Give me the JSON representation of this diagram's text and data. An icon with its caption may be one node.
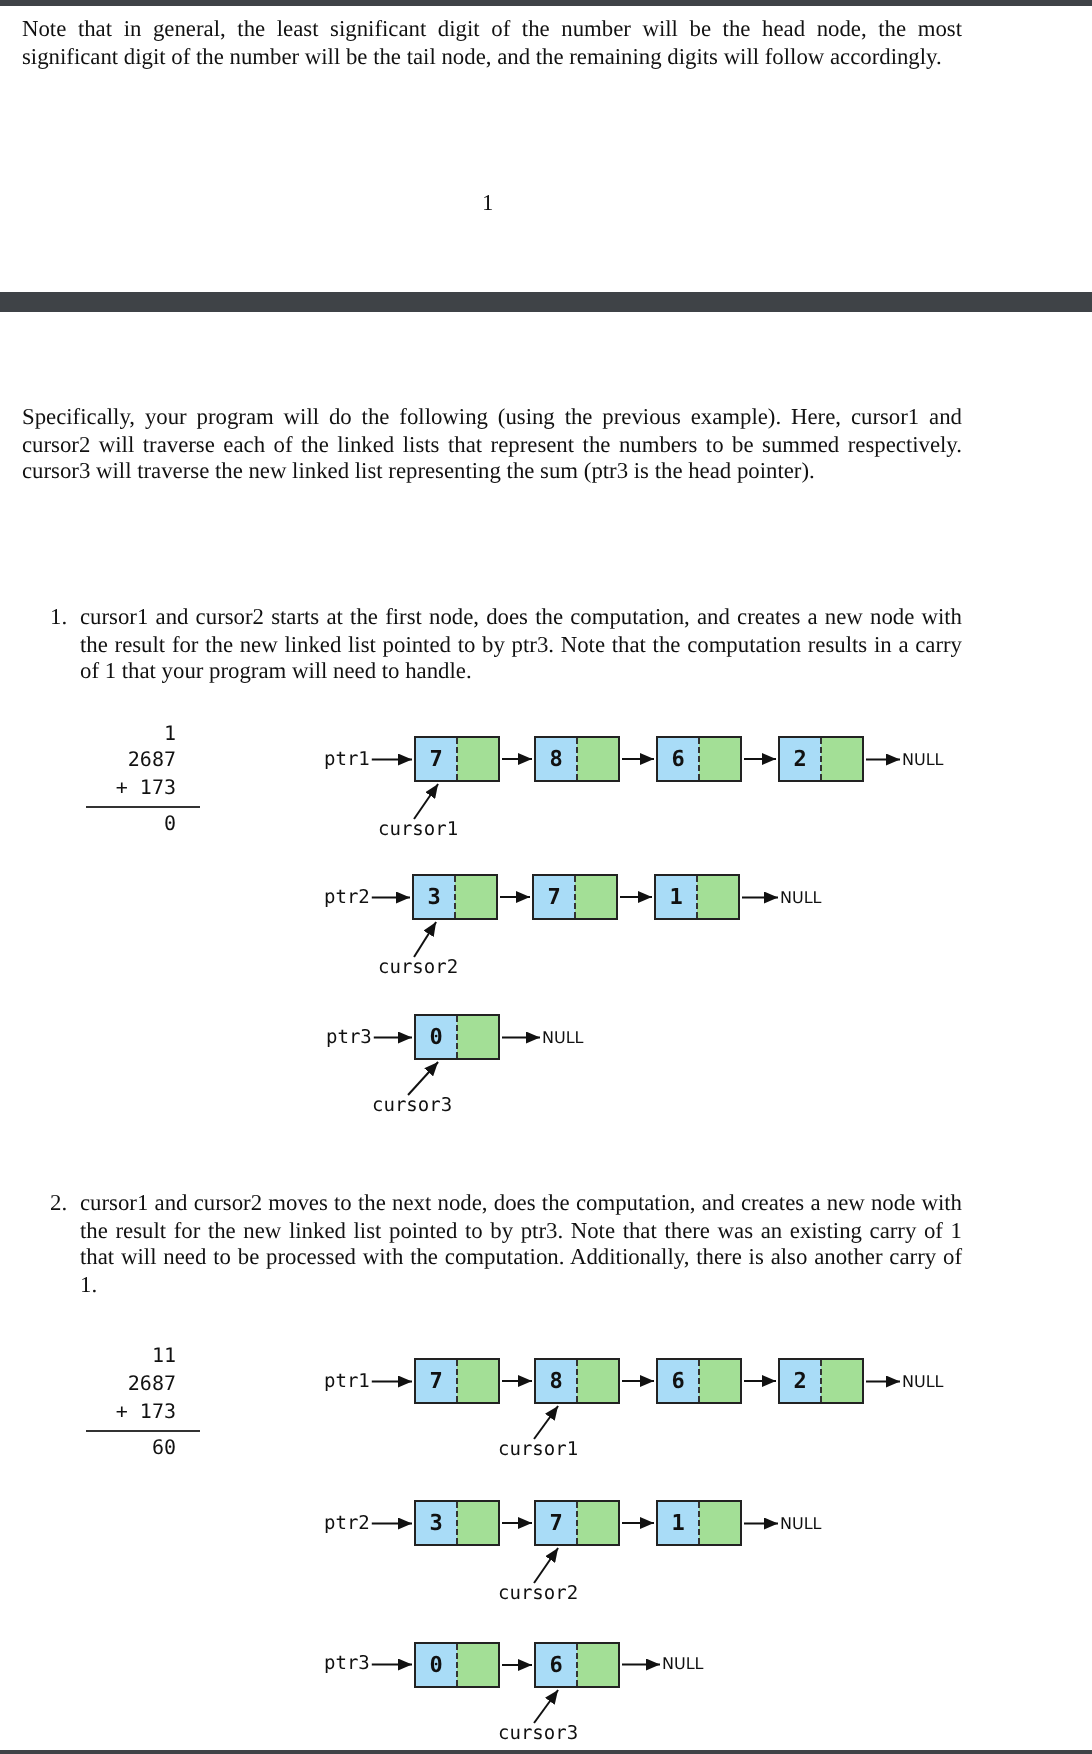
{
  "diagram": {
    "nodes": [
      {
        "text": [
          "ptr1"
        ]
      },
      {
        "text": [
          "7"
        ]
      },
      {
        "text": [
          "8"
        ]
      },
      {
        "text": [
          "6"
        ]
      },
      {
        "text": [
          "2"
        ]
      },
      {
        "text": [
          "NULL"
        ]
      },
      {
        "text": [
          "cursor1"
        ]
      },
      {
        "text": [
          "ptr2"
        ]
      },
      {
        "text": [
          "3"
        ]
      },
      {
        "text": [
          "7"
        ]
      },
      {
        "text": [
          "1"
        ]
      },
      {
        "text": [
          "NULL"
        ]
      },
      {
        "text": [
          "cursor2"
        ]
      },
      {
        "text": [
          "ptr3"
        ]
      },
      {
        "text": [
          "0"
        ]
      },
      {
        "text": [
          "NULL"
        ]
      },
      {
        "text": [
          "cursor3"
        ]
      },
      {
        "text": [
          "ptr1"
        ]
      },
      {
        "text": [
          "7"
        ]
      },
      {
        "text": [
          "8"
        ]
      },
      {
        "text": [
          "6"
        ]
      },
      {
        "text": [
          "2"
        ]
      },
      {
        "text": [
          "NULL"
        ]
      },
      {
        "text": [
          "cursor1"
        ]
      },
      {
        "text": [
          "ptr2"
        ]
      },
      {
        "text": [
          "3"
        ]
      },
      {
        "text": [
          "7"
        ]
      },
      {
        "text": [
          "1"
        ]
      },
      {
        "text": [
          "NULL"
        ]
      },
      {
        "text": [
          "cursor2"
        ]
      },
      {
        "text": [
          "ptr3"
        ]
      },
      {
        "text": [
          "0"
        ]
      },
      {
        "text": [
          "6"
        ]
      },
      {
        "text": [
          "NULL"
        ]
      },
      {
        "text": [
          "cursor3"
        ]
      }
    ],
    "edges": [
      {
        "from": 0,
        "to": 1,
        "arrow": "to"
      },
      {
        "from": 1,
        "to": 2,
        "arrow": "to"
      },
      {
        "from": 2,
        "to": 3,
        "arrow": "to"
      },
      {
        "from": 3,
        "to": 4,
        "arrow": "to"
      },
      {
        "from": 4,
        "to": 5,
        "arrow": "to"
      },
      {
        "from": 6,
        "to": 1,
        "arrow": "to"
      },
      {
        "from": 7,
        "to": 8,
        "arrow": "to"
      },
      {
        "from": 8,
        "to": 9,
        "arrow": "to"
      },
      {
        "from": 9,
        "to": 10,
        "arrow": "to"
      },
      {
        "from": 10,
        "to": 11,
        "arrow": "to"
      },
      {
        "from": 12,
        "to": 8,
        "arrow": "to"
      },
      {
        "from": 13,
        "to": 14,
        "arrow": "to"
      },
      {
        "from": 14,
        "to": 15,
        "arrow": "to"
      },
      {
        "from": 16,
        "to": 14,
        "arrow": "to"
      },
      {
        "from": 17,
        "to": 18,
        "arrow": "to"
      },
      {
        "from": 18,
        "to": 19,
        "arrow": "to"
      },
      {
        "from": 19,
        "to": 20,
        "arrow": "to"
      },
      {
        "from": 20,
        "to": 21,
        "arrow": "to"
      },
      {
        "from": 21,
        "to": 22,
        "arrow": "to"
      },
      {
        "from": 23,
        "to": 19,
        "arrow": "to"
      },
      {
        "from": 24,
        "to": 25,
        "arrow": "to"
      },
      {
        "from": 25,
        "to": 26,
        "arrow": "to"
      },
      {
        "from": 26,
        "to": 27,
        "arrow": "to"
      },
      {
        "from": 27,
        "to": 28,
        "arrow": "to"
      },
      {
        "from": 29,
        "to": 26,
        "arrow": "to"
      },
      {
        "from": 30,
        "to": 31,
        "arrow": "to"
      },
      {
        "from": 31,
        "to": 32,
        "arrow": "to"
      },
      {
        "from": 32,
        "to": 33,
        "arrow": "to"
      },
      {
        "from": 34,
        "to": 32,
        "arrow": "to"
      }
    ],
    "labels": [
      "Note that in general, the least significant digit of the number will be the head node, the most significant digit of the number will be the tail node, and the remaining digits will follow accordingly.",
      "1",
      "Specifically, your program will do the following (using the previous example). Here, cursor1 and cursor2 will traverse each of the linked lists that represent the numbers to be summed respectively. cursor3 will traverse the new linked list representing the sum (ptr3 is the head pointer).",
      "1.",
      "cursor1 and cursor2 starts at the first node, does the computation, and creates a new node with the result for the new linked list pointed to by ptr3. Note that the computation results in a carry of 1 that your program will need to handle.",
      "1",
      "2687",
      "+ 173",
      "0",
      "2.",
      "cursor1 and cursor2 moves to the next node, does the computation, and creates a new node with the result for the new linked list pointed to by ptr3. Note that there was an existing carry of 1 that will need to be processed with the computation. Additionally, there is also another carry of 1.",
      "11",
      "2687",
      "+ 173",
      "60"
    ]
  }
}
